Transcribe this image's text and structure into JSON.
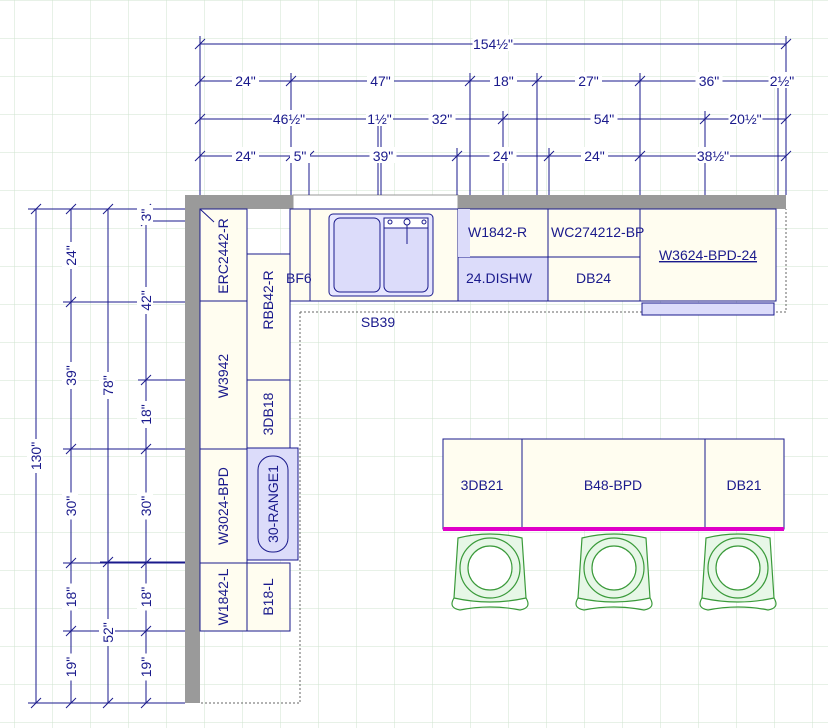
{
  "colors": {
    "grid": "#cfe3cf",
    "wall": "#9a9a9a",
    "cabinet_fill": "#fffdf0",
    "appliance_fill": "#dcdcfa",
    "outline": "#1a1a8c",
    "island_edge": "#e000c8",
    "stool": "#3a9a3a",
    "stool_fill": "#e7f7e7"
  },
  "top_dimensions": {
    "overall": "154½\"",
    "row1": [
      "24\"",
      "47\"",
      "18\"",
      "27\"",
      "36\"",
      "2½\""
    ],
    "row2": [
      "46½\"",
      "1½\"",
      "32\"",
      "54\"",
      "20½\""
    ],
    "row3": [
      "24\"",
      "5\"",
      "39\"",
      "24\"",
      "24\"",
      "38½\""
    ]
  },
  "left_dimensions": {
    "overall": "130\"",
    "col2": [
      "78\"",
      "52\""
    ],
    "col3": [
      "24\"",
      "39\"",
      "30\"",
      "18\"",
      "19\""
    ],
    "col4": [
      "3\"",
      "42\"",
      "18\"",
      "30\"",
      "18\"",
      "19\""
    ]
  },
  "cabinets": {
    "erc2442": "ERC2442-R",
    "w3942": "W3942",
    "w3024": "W3024-BPD",
    "w1842l": "W1842-L",
    "rbb42": "RBB42-R",
    "db18": "3DB18",
    "range": "30-RANGE1",
    "b18l": "B18-L",
    "bf": "BF6",
    "sb39": "SB39",
    "w1842r": "W1842-R",
    "wc274212": "WC274212-BP",
    "dishwasher": "24.DISHW",
    "db24": "DB24",
    "w3624": "W3624-BPD-24"
  },
  "island": [
    "3DB21",
    "B48-BPD",
    "DB21"
  ]
}
